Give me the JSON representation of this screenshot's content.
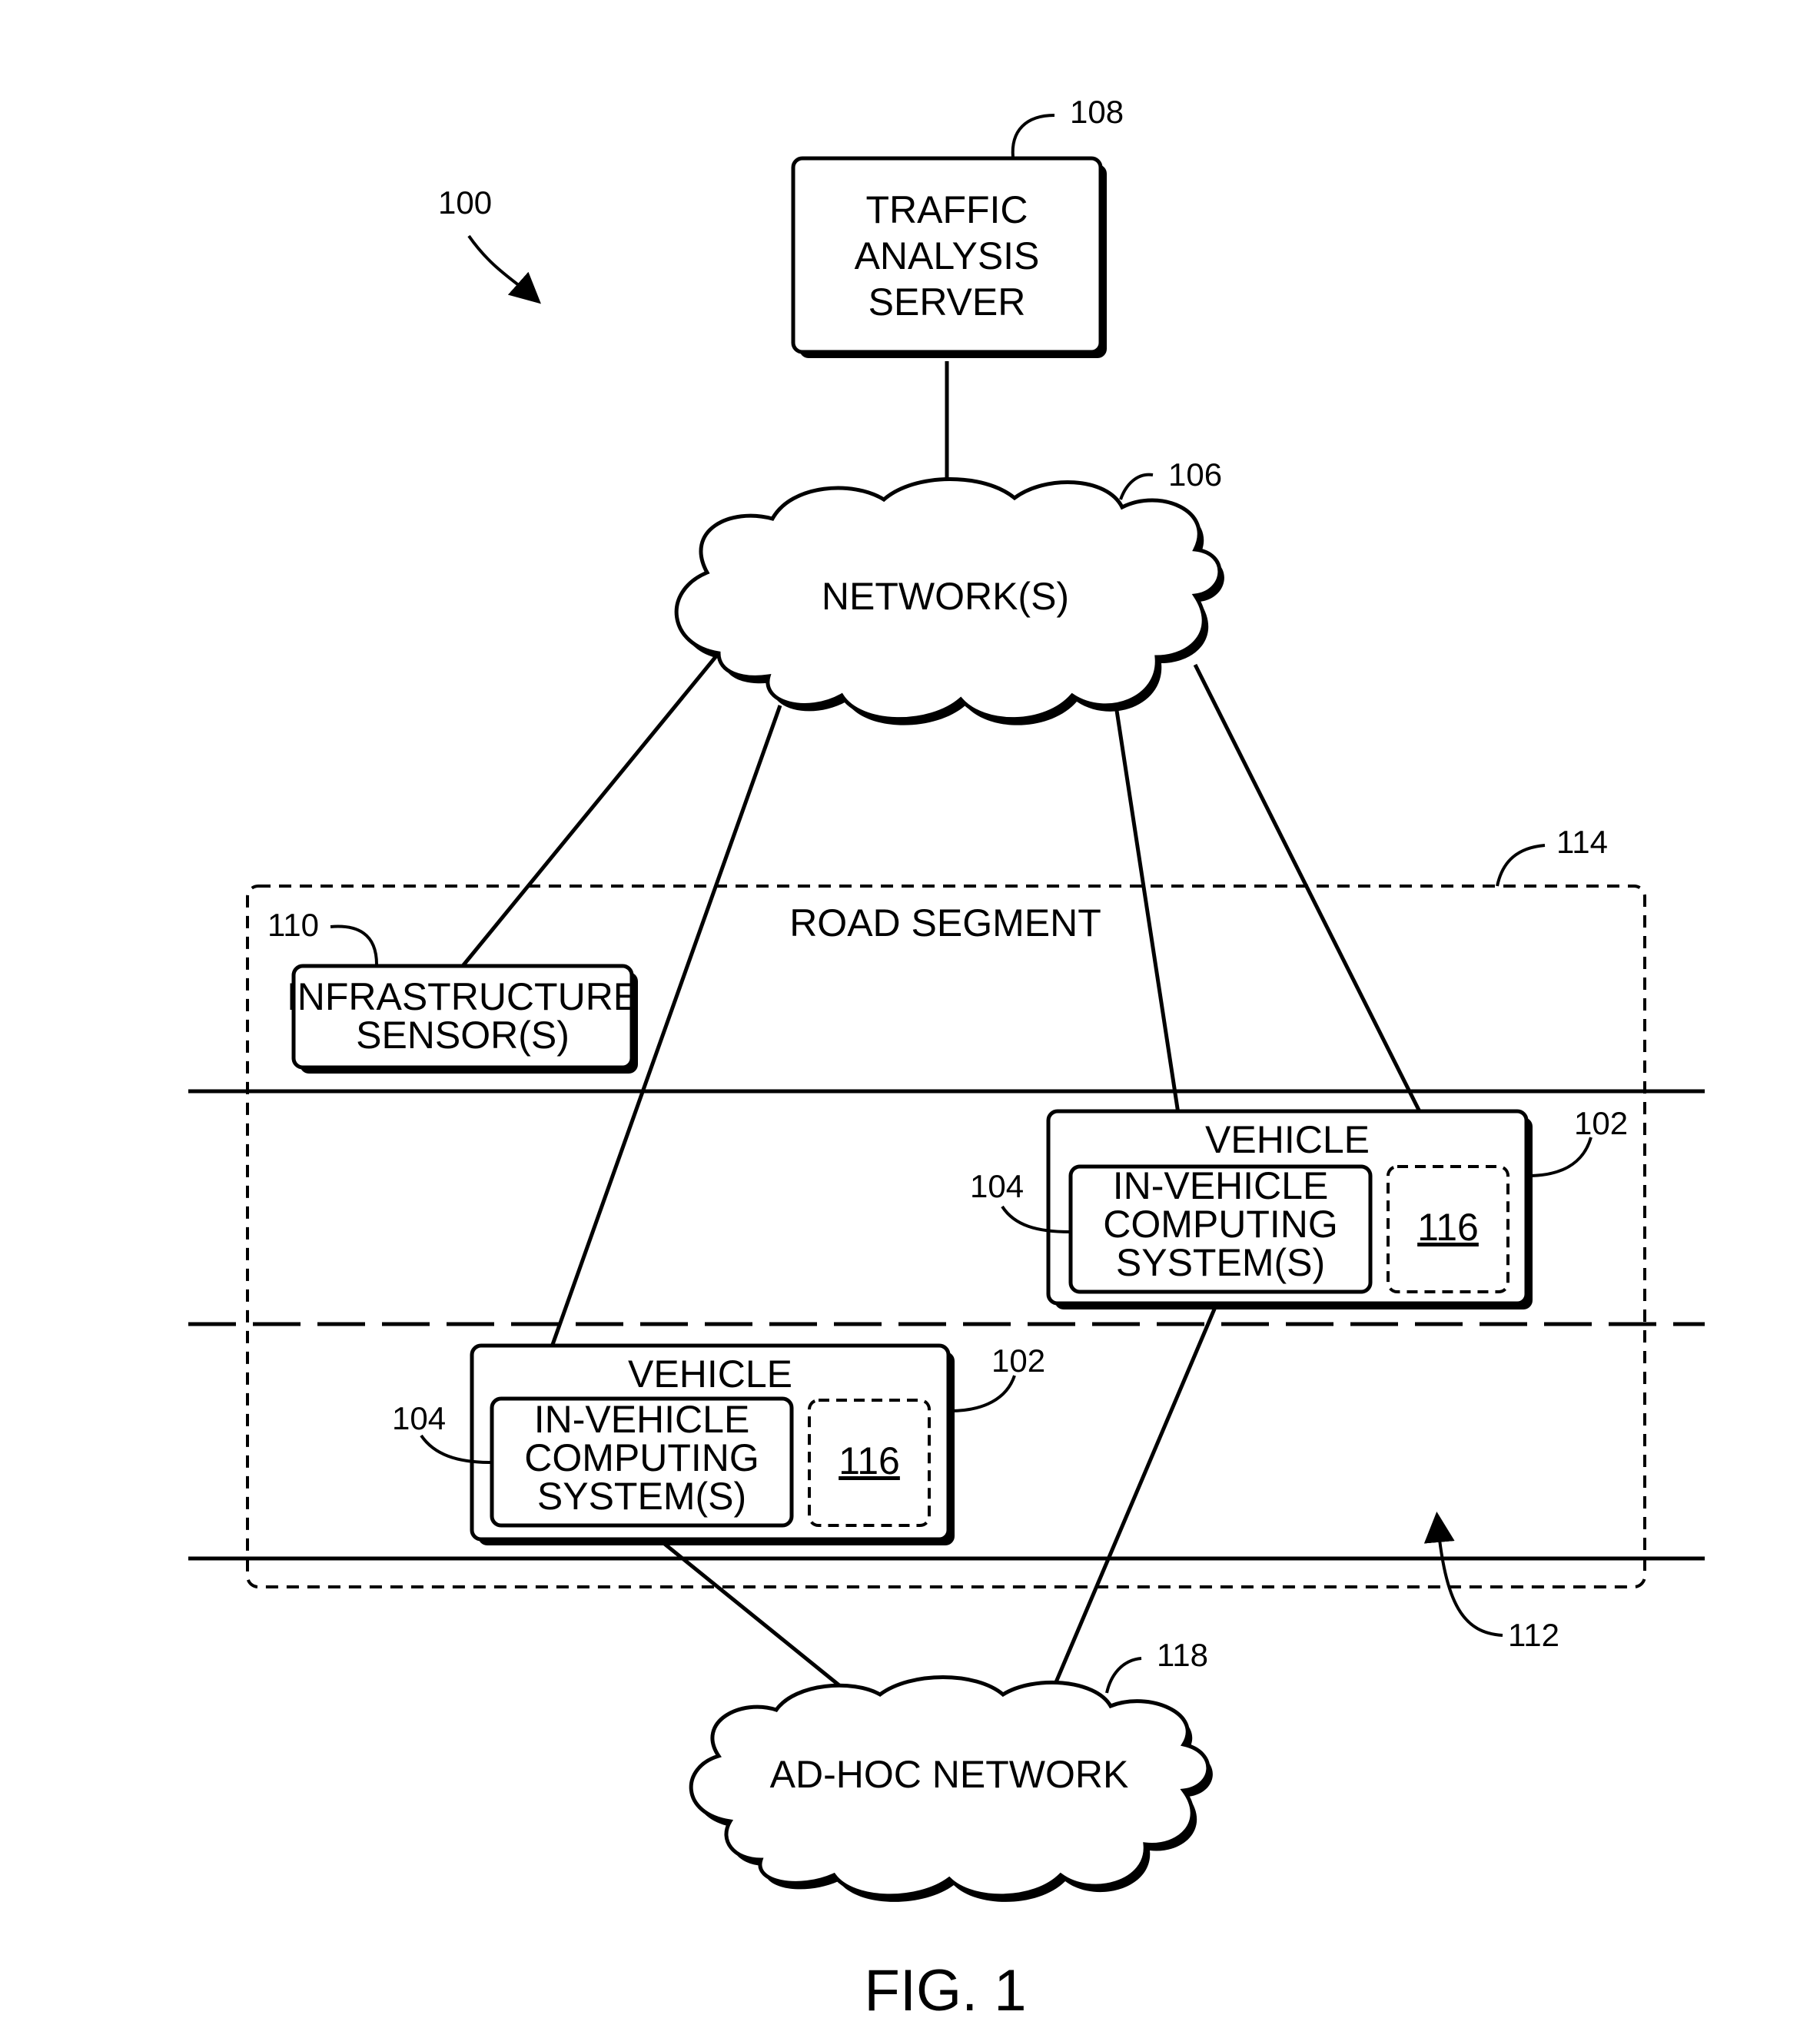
{
  "figure": {
    "number": "100",
    "caption": "FIG. 1"
  },
  "traffic_server": {
    "lines": [
      "TRAFFIC",
      "ANALYSIS",
      "SERVER"
    ],
    "ref": "108"
  },
  "network": {
    "label": "NETWORK(S)",
    "ref": "106"
  },
  "road_segment": {
    "label": "ROAD SEGMENT",
    "ref": "114",
    "road_ref": "112"
  },
  "infrastructure": {
    "lines": [
      "INFRASTRUCTURE",
      "SENSOR(S)"
    ],
    "ref": "110"
  },
  "vehicles": [
    {
      "label": "VEHICLE",
      "ref": "102",
      "computing": {
        "lines": [
          "IN-VEHICLE",
          "COMPUTING",
          "SYSTEM(S)"
        ],
        "ref": "104"
      },
      "module": "116"
    },
    {
      "label": "VEHICLE",
      "ref": "102",
      "computing": {
        "lines": [
          "IN-VEHICLE",
          "COMPUTING",
          "SYSTEM(S)"
        ],
        "ref": "104"
      },
      "module": "116"
    }
  ],
  "adhoc": {
    "label": "AD-HOC NETWORK",
    "ref": "118"
  }
}
